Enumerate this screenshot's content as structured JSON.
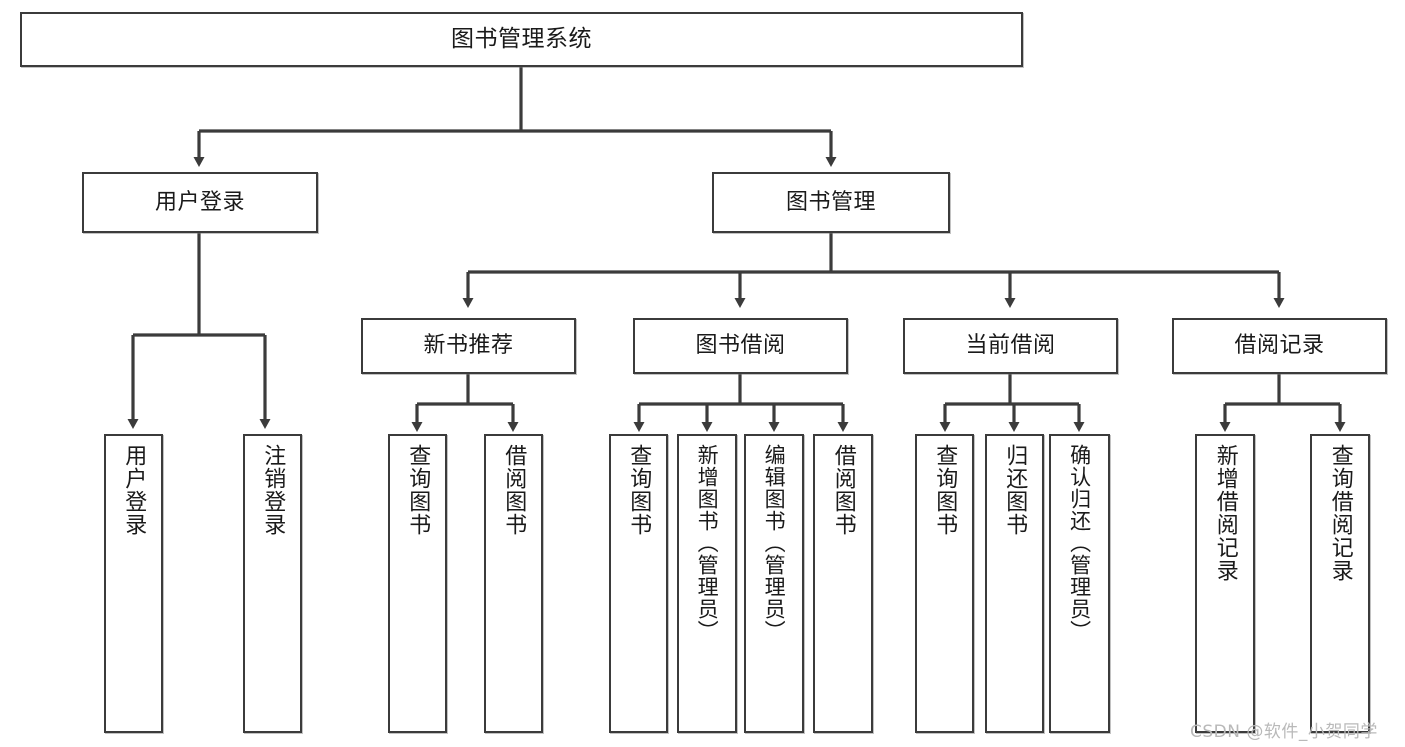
{
  "diagram": {
    "title": "图书管理系统",
    "type": "tree-hierarchy-chart",
    "watermark": "CSDN @软件_小贺同学",
    "colors": {
      "box_border": "#3b3b3b",
      "box_fill": "#ffffff",
      "connector": "#3b3b3b",
      "text": "#1a1a1a",
      "watermark": "#b9b9b9",
      "background": "#ffffff"
    },
    "root": {
      "label": "图书管理系统"
    },
    "level2": [
      {
        "label": "用户登录"
      },
      {
        "label": "图书管理"
      }
    ],
    "level3": [
      {
        "label": "新书推荐"
      },
      {
        "label": "图书借阅"
      },
      {
        "label": "当前借阅"
      },
      {
        "label": "借阅记录"
      }
    ],
    "leaves": {
      "user_login": [
        {
          "label": "用户登录"
        },
        {
          "label": "注销登录"
        }
      ],
      "new_book_recommend": [
        {
          "label": "查询图书"
        },
        {
          "label": "借阅图书"
        }
      ],
      "book_borrow": [
        {
          "label": "查询图书"
        },
        {
          "label": "新增图书（管理员）"
        },
        {
          "label": "编辑图书（管理员）"
        },
        {
          "label": "借阅图书"
        }
      ],
      "current_borrow": [
        {
          "label": "查询图书"
        },
        {
          "label": "归还图书"
        },
        {
          "label": "确认归还（管理员）"
        }
      ],
      "borrow_records": [
        {
          "label": "新增借阅记录"
        },
        {
          "label": "查询借阅记录"
        }
      ]
    }
  },
  "chart_data": {
    "type": "table",
    "title": "图书管理系统 功能结构图",
    "nodes": [
      {
        "id": "root",
        "label": "图书管理系统",
        "level": 0,
        "parent": null
      },
      {
        "id": "n1",
        "label": "用户登录",
        "level": 1,
        "parent": "root"
      },
      {
        "id": "n2",
        "label": "图书管理",
        "level": 1,
        "parent": "root"
      },
      {
        "id": "n1a",
        "label": "用户登录",
        "level": 2,
        "parent": "n1"
      },
      {
        "id": "n1b",
        "label": "注销登录",
        "level": 2,
        "parent": "n1"
      },
      {
        "id": "n2a",
        "label": "新书推荐",
        "level": 2,
        "parent": "n2"
      },
      {
        "id": "n2b",
        "label": "图书借阅",
        "level": 2,
        "parent": "n2"
      },
      {
        "id": "n2c",
        "label": "当前借阅",
        "level": 2,
        "parent": "n2"
      },
      {
        "id": "n2d",
        "label": "借阅记录",
        "level": 2,
        "parent": "n2"
      },
      {
        "id": "n2a1",
        "label": "查询图书",
        "level": 3,
        "parent": "n2a"
      },
      {
        "id": "n2a2",
        "label": "借阅图书",
        "level": 3,
        "parent": "n2a"
      },
      {
        "id": "n2b1",
        "label": "查询图书",
        "level": 3,
        "parent": "n2b"
      },
      {
        "id": "n2b2",
        "label": "新增图书（管理员）",
        "level": 3,
        "parent": "n2b"
      },
      {
        "id": "n2b3",
        "label": "编辑图书（管理员）",
        "level": 3,
        "parent": "n2b"
      },
      {
        "id": "n2b4",
        "label": "借阅图书",
        "level": 3,
        "parent": "n2b"
      },
      {
        "id": "n2c1",
        "label": "查询图书",
        "level": 3,
        "parent": "n2c"
      },
      {
        "id": "n2c2",
        "label": "归还图书",
        "level": 3,
        "parent": "n2c"
      },
      {
        "id": "n2c3",
        "label": "确认归还（管理员）",
        "level": 3,
        "parent": "n2c"
      },
      {
        "id": "n2d1",
        "label": "新增借阅记录",
        "level": 3,
        "parent": "n2d"
      },
      {
        "id": "n2d2",
        "label": "查询借阅记录",
        "level": 3,
        "parent": "n2d"
      }
    ]
  }
}
